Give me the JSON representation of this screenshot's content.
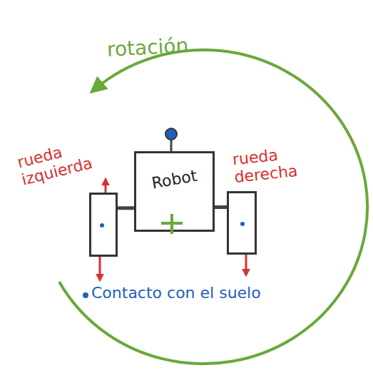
{
  "diagram": {
    "nodes": [
      {
        "text": [
          "rueda izquierda"
        ]
      },
      {
        "text": [
          "Robot"
        ]
      },
      {
        "text": [
          "rueda derecha"
        ]
      }
    ],
    "edges": [
      {
        "from": 0,
        "to": 1,
        "arrow": "none"
      },
      {
        "from": 1,
        "to": 2,
        "arrow": "none"
      }
    ],
    "labels": [
      "rotación",
      "Contacto con el suelo"
    ]
  }
}
